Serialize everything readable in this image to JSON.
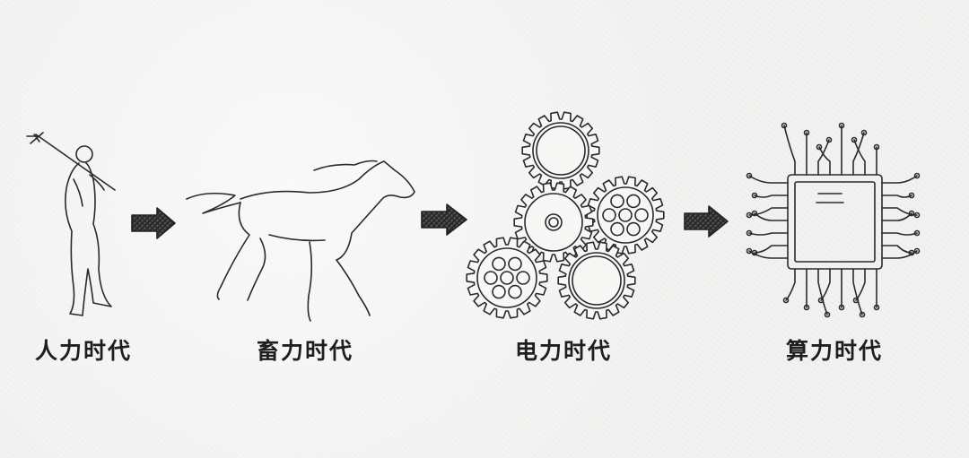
{
  "stages": [
    {
      "label": "人力时代",
      "icon": "human-with-pitchfork"
    },
    {
      "label": "畜力时代",
      "icon": "horse"
    },
    {
      "label": "电力时代",
      "icon": "gears"
    },
    {
      "label": "算力时代",
      "icon": "microchip"
    }
  ],
  "colors": {
    "background": "#f2f2f1",
    "ink": "#2a2a2a",
    "arrow": "#3a3a3a"
  }
}
